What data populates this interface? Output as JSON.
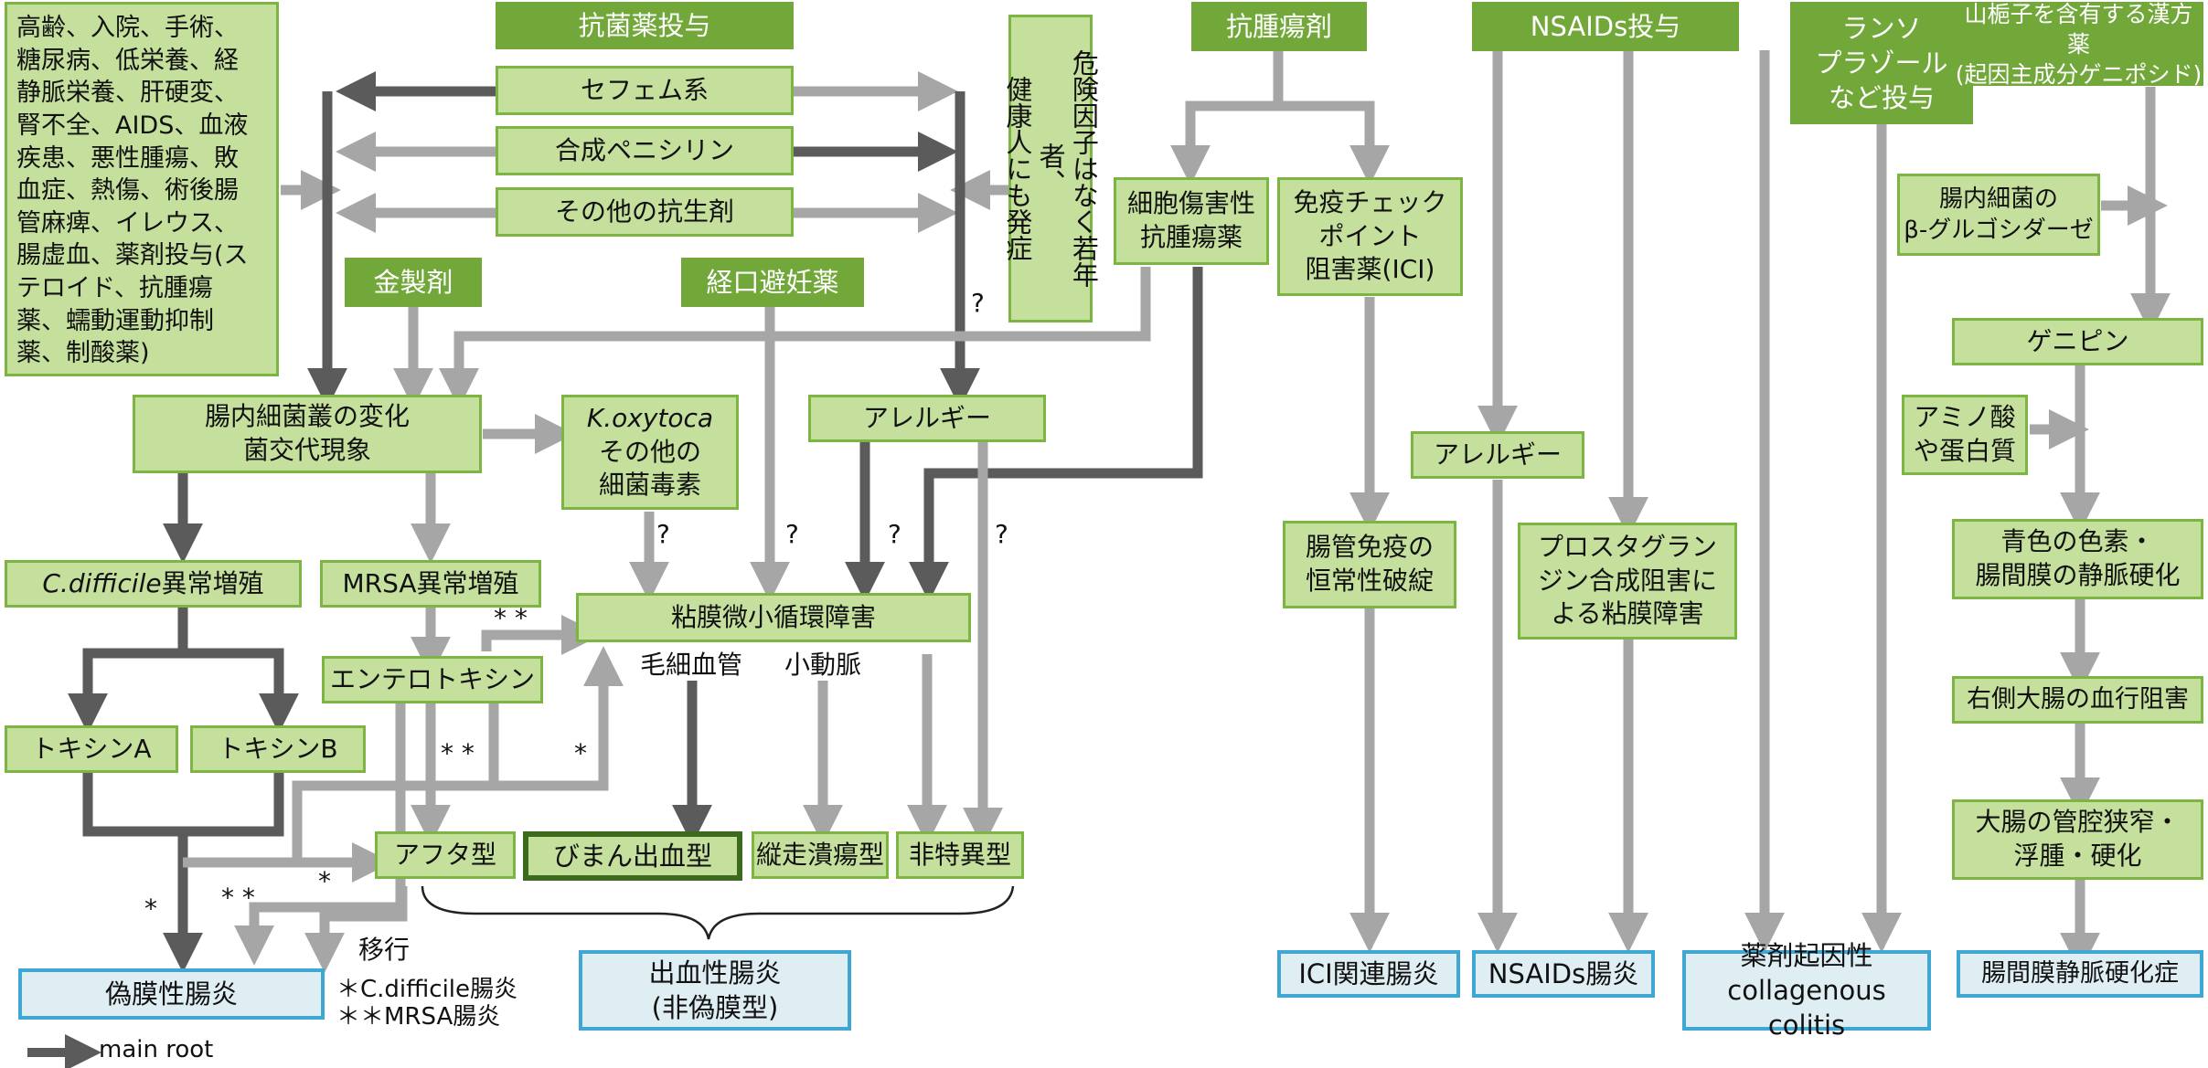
{
  "boxes": {
    "risk_factors": "高齢、入院、手術、\n糖尿病、低栄養、経\n静脈栄養、肝硬変、\n腎不全、AIDS、血液\n疾患、悪性腫瘍、敗\n血症、熱傷、術後腸\n管麻痺、イレウス、\n腸虚血、薬剤投与(ス\nテロイド、抗腫瘍\n薬、蠕動運動抑制\n薬、制酸薬)",
    "antibiotics": "抗菌薬投与",
    "cephem": "セフェム系",
    "penicillin": "合成ペニシリン",
    "other_antibiotics": "その他の抗生剤",
    "young_healthy": "危険因子はなく若年者、\n健康人にも発症",
    "antitumor": "抗腫瘍剤",
    "cytotoxic": "細胞傷害性\n抗腫瘍薬",
    "ici_drug": "免疫チェック\nポイント\n阻害薬(ICI)",
    "nsaids_admin": "NSAIDs投与",
    "lansoprazole": "ランソ\nプラゾール\nなど投与",
    "kampo": "山梔子を含有する漢方薬\n(起因主成分ゲニポシド)",
    "gold": "金製剤",
    "oral_contraceptive": "経口避妊薬",
    "flora_change": "腸内細菌叢の変化\n菌交代現象",
    "koxytoca_name": "K.oxytoca",
    "koxytoca_rest": "その他の\n細菌毒素",
    "allergy1": "アレルギー",
    "allergy2": "アレルギー",
    "immune_breakdown": "腸管免疫の\n恒常性破綻",
    "prostaglandin": "プロスタグラン\nジン合成阻害に\nよる粘膜障害",
    "glucosidase": "腸内細菌の\nβ-グルゴシダーゼ",
    "genipin": "ゲニピン",
    "amino": "アミノ酸\nや蛋白質",
    "blue_pigment": "青色の色素・\n腸間膜の静脈硬化",
    "right_colon": "右側大腸の血行阻害",
    "stenosis": "大腸の管腔狭窄・\n浮腫・硬化",
    "cdiff_name": "C.difficile",
    "cdiff_rest": "異常増殖",
    "mrsa": "MRSA異常増殖",
    "microcirc": "粘膜微小循環障害",
    "enterotoxin": "エンテロトキシン",
    "toxinA": "トキシンA",
    "toxinB": "トキシンB",
    "aphtha": "アフタ型",
    "diffuse_hemorrhage": "びまん出血型",
    "longitudinal": "縦走潰瘍型",
    "nonspecific": "非特異型",
    "pseudomembranous": "偽膜性腸炎",
    "hemorrhagic": "出血性腸炎\n(非偽膜型)",
    "ici_colitis": "ICI関連腸炎",
    "nsaids_colitis": "NSAIDs腸炎",
    "collagenous": "薬剤起因性\ncollagenous colitis",
    "phlebosclerosis": "腸間膜静脈硬化症"
  },
  "labels": {
    "capillary": "毛細血管",
    "arteriole": "小動脈",
    "transition": "移行",
    "q": "?",
    "star1": "*",
    "star2": "* *",
    "legend_cdiff": "＊C.difficile腸炎",
    "legend_mrsa": "＊＊MRSA腸炎",
    "legend_main": "main root"
  },
  "colors": {
    "dark_green": "#72a83a",
    "light_green": "#c5df9d",
    "green_border": "#7db543",
    "blue_border": "#3ea7d3",
    "blue_fill": "#dfeef3",
    "main_arrow": "#5b5b5b",
    "sub_arrow": "#a6a6a6"
  }
}
